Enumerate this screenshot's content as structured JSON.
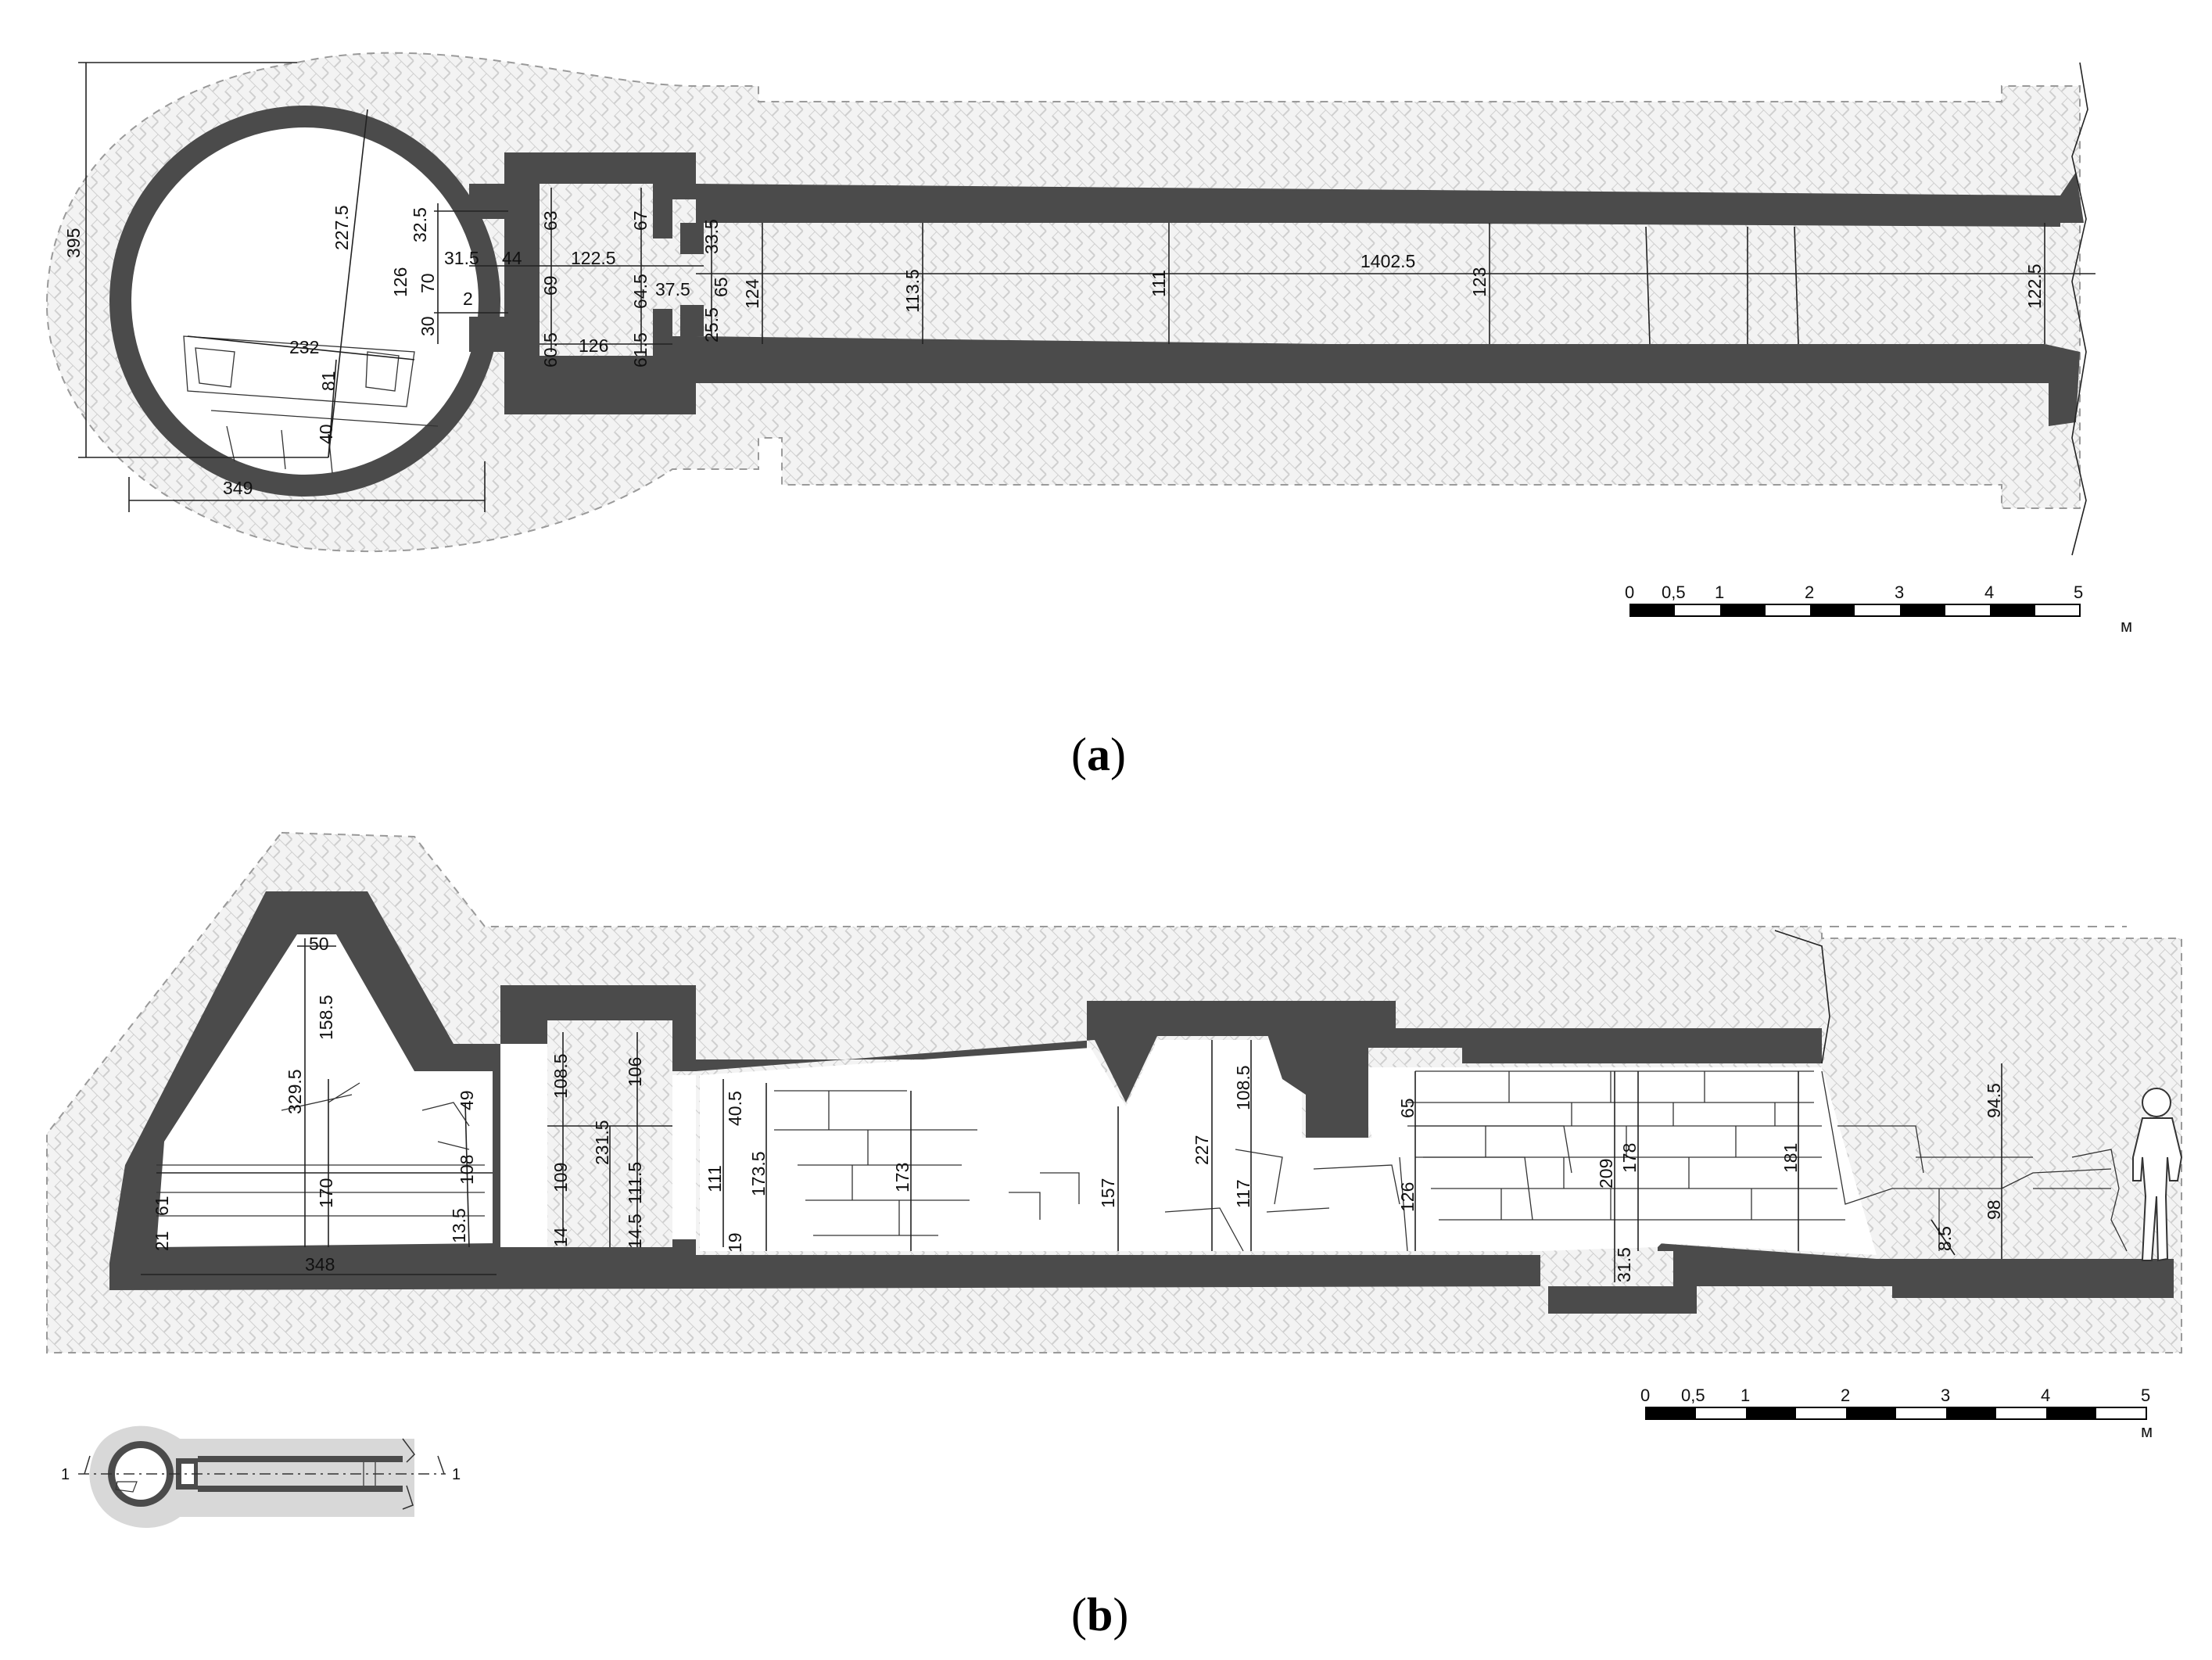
{
  "figure": {
    "caption_a": {
      "open": "(",
      "letter": "a",
      "close": ")"
    },
    "caption_b": {
      "open": "(",
      "letter": "b",
      "close": ")"
    }
  },
  "plan": {
    "dimensions": {
      "d395": "395",
      "d349": "349",
      "d227_5": "227.5",
      "d232": "232",
      "d81": "81",
      "d40": "40",
      "d126v": "126",
      "d32_5": "32.5",
      "d31_5": "31.5",
      "d70": "70",
      "d2": "2",
      "d30": "30",
      "d44": "44",
      "d63": "63",
      "d69": "69",
      "d60_5": "60.5",
      "d122_5a": "122.5",
      "d126h": "126",
      "d67": "67",
      "d64_5": "64.5",
      "d61_5": "61.5",
      "d37_5": "37.5",
      "d33_5": "33.5",
      "d65": "65",
      "d25_5": "25.5",
      "d124": "124",
      "d113_5": "113.5",
      "d111": "111",
      "d1402_5": "1402.5",
      "d123": "123",
      "d122_5b": "122.5"
    },
    "scale": {
      "ticks": [
        "0",
        "0,5",
        "1",
        "2",
        "3",
        "4",
        "5"
      ],
      "unit": "м"
    }
  },
  "section": {
    "dimensions": {
      "d50": "50",
      "d158_5": "158.5",
      "d329_5": "329.5",
      "d170": "170",
      "d49": "49",
      "d108a": "108",
      "d13_5": "13.5",
      "d21": "21",
      "d61": "61",
      "d348": "348",
      "d108_5a": "108.5",
      "d106": "106",
      "d231_5": "231.5",
      "d109": "109",
      "d111_5": "111.5",
      "d14": "14",
      "d14_5": "14.5",
      "d40_5": "40.5",
      "d111": "111",
      "d173_5": "173.5",
      "d19": "19",
      "d173": "173",
      "d157": "157",
      "d227": "227",
      "d108_5b": "108.5",
      "d117": "117",
      "d65": "65",
      "d126": "126",
      "d209": "209",
      "d178": "178",
      "d31_5": "31.5",
      "d181": "181",
      "d94_5": "94.5",
      "d98": "98",
      "d8_5": "8.5"
    },
    "scale": {
      "ticks": [
        "0",
        "0,5",
        "1",
        "2",
        "3",
        "4",
        "5"
      ],
      "unit": "м"
    },
    "key_plan": {
      "left_mark": "1",
      "right_mark": "1"
    }
  }
}
